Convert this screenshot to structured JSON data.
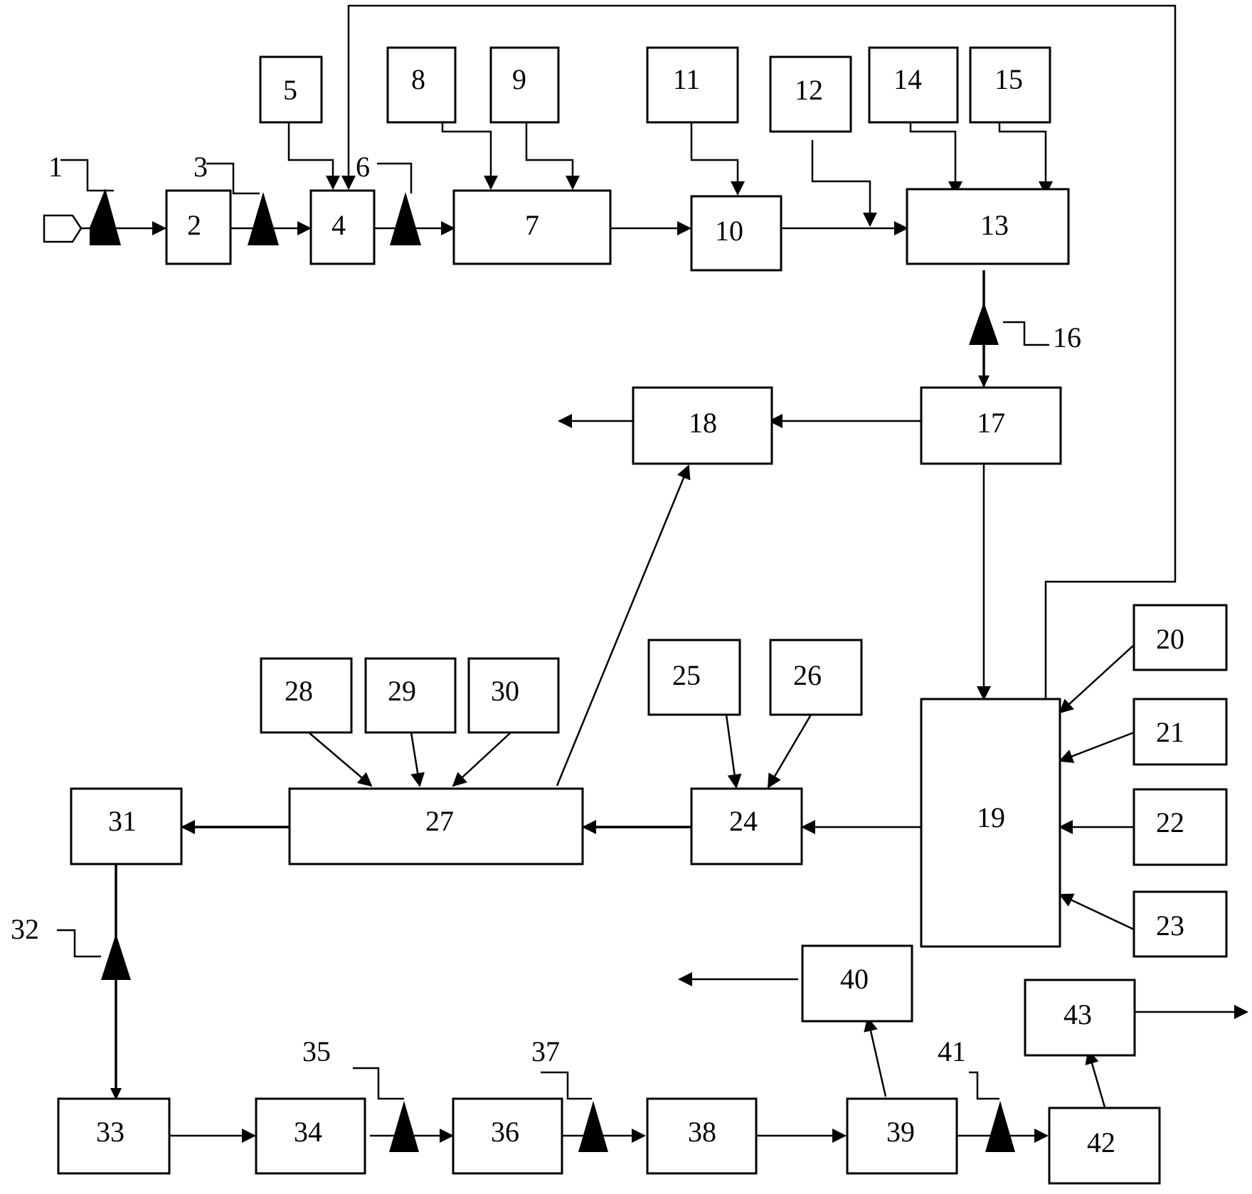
{
  "boxes": {
    "b2": "2",
    "b4": "4",
    "b5": "5",
    "b7": "7",
    "b8": "8",
    "b9": "9",
    "b10": "10",
    "b11": "11",
    "b12": "12",
    "b13": "13",
    "b14": "14",
    "b15": "15",
    "b17": "17",
    "b18": "18",
    "b19": "19",
    "b20": "20",
    "b21": "21",
    "b22": "22",
    "b23": "23",
    "b24": "24",
    "b25": "25",
    "b26": "26",
    "b27": "27",
    "b28": "28",
    "b29": "29",
    "b30": "30",
    "b31": "31",
    "b33": "33",
    "b34": "34",
    "b36": "36",
    "b38": "38",
    "b39": "39",
    "b40": "40",
    "b42": "42",
    "b43": "43"
  },
  "pumps": {
    "p1": "1",
    "p3": "3",
    "p6": "6",
    "p16": "16",
    "p32": "32",
    "p35": "35",
    "p37": "37",
    "p41": "41"
  }
}
